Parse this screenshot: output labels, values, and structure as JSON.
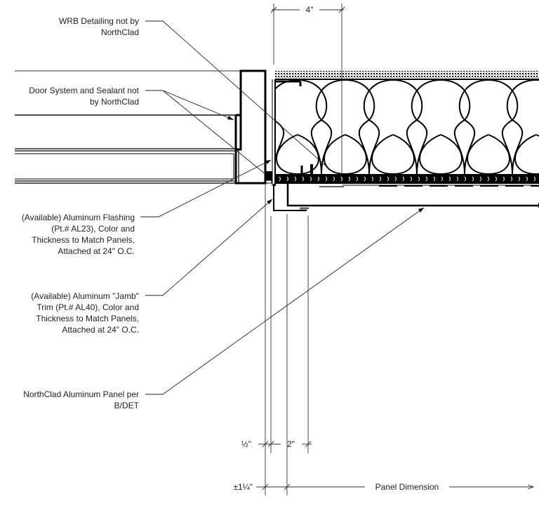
{
  "drawing": {
    "type": "architectural-section-detail",
    "subject": "Door jamb detail at NorthClad aluminum panel"
  },
  "callouts": [
    {
      "id": "wrb",
      "lines": [
        "WRB Detailing not by",
        "NorthClad"
      ]
    },
    {
      "id": "door-system",
      "lines": [
        "Door System and Sealant not",
        "by NorthClad"
      ]
    },
    {
      "id": "flashing",
      "lines": [
        "(Available) Aluminum Flashing",
        "(Pt.# AL23), Color and",
        "Thickness to Match Panels,",
        "Attached at 24\" O.C."
      ]
    },
    {
      "id": "jamb-trim",
      "lines": [
        "(Available) Aluminum \"Jamb\"",
        "Trim (Pt.# AL40), Color and",
        "Thickness to Match Panels,",
        "Attached at 24\" O.C."
      ]
    },
    {
      "id": "panel",
      "lines": [
        "NorthClad Aluminum Panel per",
        "B/DET"
      ]
    }
  ],
  "dimensions": {
    "top": "4\"",
    "half": "½\"",
    "two": "2\"",
    "tolerance": "±1¼\"",
    "panel": "Panel Dimension"
  },
  "colors": {
    "ink": "#000000",
    "background": "#ffffff"
  }
}
